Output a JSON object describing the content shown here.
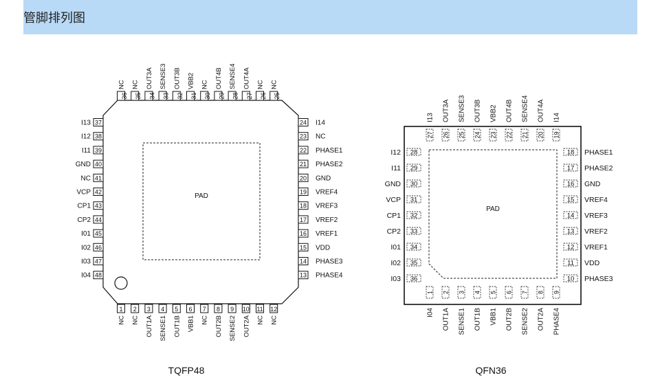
{
  "header": {
    "title": "管脚排列图"
  },
  "tqfp": {
    "caption": "TQFP48",
    "pad_label": "PAD",
    "bottom": [
      {
        "n": "1",
        "name": "NC"
      },
      {
        "n": "2",
        "name": "NC"
      },
      {
        "n": "3",
        "name": "OUT1A"
      },
      {
        "n": "4",
        "name": "SENSE1"
      },
      {
        "n": "5",
        "name": "OUT1B"
      },
      {
        "n": "6",
        "name": "VBB1"
      },
      {
        "n": "7",
        "name": "NC"
      },
      {
        "n": "8",
        "name": "OUT2B"
      },
      {
        "n": "9",
        "name": "SENSE2"
      },
      {
        "n": "10",
        "name": "OUT2A"
      },
      {
        "n": "11",
        "name": "NC"
      },
      {
        "n": "12",
        "name": "NC"
      }
    ],
    "right": [
      {
        "n": "24",
        "name": "I14"
      },
      {
        "n": "23",
        "name": "NC"
      },
      {
        "n": "22",
        "name": "PHASE1"
      },
      {
        "n": "21",
        "name": "PHASE2"
      },
      {
        "n": "20",
        "name": "GND"
      },
      {
        "n": "19",
        "name": "VREF4"
      },
      {
        "n": "18",
        "name": "VREF3"
      },
      {
        "n": "17",
        "name": "VREF2"
      },
      {
        "n": "16",
        "name": "VREF1"
      },
      {
        "n": "15",
        "name": "VDD"
      },
      {
        "n": "14",
        "name": "PHASE3"
      },
      {
        "n": "13",
        "name": "PHASE4"
      }
    ],
    "top": [
      {
        "n": "36",
        "name": "NC"
      },
      {
        "n": "35",
        "name": "NC"
      },
      {
        "n": "34",
        "name": "OUT3A"
      },
      {
        "n": "33",
        "name": "SENSE3"
      },
      {
        "n": "32",
        "name": "OUT3B"
      },
      {
        "n": "31",
        "name": "VBB2"
      },
      {
        "n": "30",
        "name": "NC"
      },
      {
        "n": "29",
        "name": "OUT4B"
      },
      {
        "n": "28",
        "name": "SENSE4"
      },
      {
        "n": "27",
        "name": "OUT4A"
      },
      {
        "n": "26",
        "name": "NC"
      },
      {
        "n": "25",
        "name": "NC"
      }
    ],
    "left": [
      {
        "n": "37",
        "name": "I13"
      },
      {
        "n": "38",
        "name": "I12"
      },
      {
        "n": "39",
        "name": "I11"
      },
      {
        "n": "40",
        "name": "GND"
      },
      {
        "n": "41",
        "name": "NC"
      },
      {
        "n": "42",
        "name": "VCP"
      },
      {
        "n": "43",
        "name": "CP1"
      },
      {
        "n": "44",
        "name": "CP2"
      },
      {
        "n": "45",
        "name": "I01"
      },
      {
        "n": "46",
        "name": "I02"
      },
      {
        "n": "47",
        "name": "I03"
      },
      {
        "n": "48",
        "name": "I04"
      }
    ]
  },
  "qfn": {
    "caption": "QFN36",
    "pad_label": "PAD",
    "bottom": [
      {
        "n": "1",
        "name": "I04"
      },
      {
        "n": "2",
        "name": "OUT1A"
      },
      {
        "n": "3",
        "name": "SENSE1"
      },
      {
        "n": "4",
        "name": "OUT1B"
      },
      {
        "n": "5",
        "name": "VBB1"
      },
      {
        "n": "6",
        "name": "OUT2B"
      },
      {
        "n": "7",
        "name": "SENSE2"
      },
      {
        "n": "8",
        "name": "OUT2A"
      },
      {
        "n": "9",
        "name": "PHASE4"
      }
    ],
    "right": [
      {
        "n": "18",
        "name": "PHASE1"
      },
      {
        "n": "17",
        "name": "PHASE2"
      },
      {
        "n": "16",
        "name": "GND"
      },
      {
        "n": "15",
        "name": "VREF4"
      },
      {
        "n": "14",
        "name": "VREF3"
      },
      {
        "n": "13",
        "name": "VREF2"
      },
      {
        "n": "12",
        "name": "VREF1"
      },
      {
        "n": "11",
        "name": "VDD"
      },
      {
        "n": "10",
        "name": "PHASE3"
      }
    ],
    "top": [
      {
        "n": "27",
        "name": "I13"
      },
      {
        "n": "26",
        "name": "OUT3A"
      },
      {
        "n": "25",
        "name": "SENSE3"
      },
      {
        "n": "24",
        "name": "OUT3B"
      },
      {
        "n": "23",
        "name": "VBB2"
      },
      {
        "n": "22",
        "name": "OUT4B"
      },
      {
        "n": "21",
        "name": "SENSE4"
      },
      {
        "n": "20",
        "name": "OUT4A"
      },
      {
        "n": "19",
        "name": "I14"
      }
    ],
    "left": [
      {
        "n": "28",
        "name": "I12"
      },
      {
        "n": "29",
        "name": "I11"
      },
      {
        "n": "30",
        "name": "GND"
      },
      {
        "n": "31",
        "name": "VCP"
      },
      {
        "n": "32",
        "name": "CP1"
      },
      {
        "n": "33",
        "name": "CP2"
      },
      {
        "n": "34",
        "name": "I01"
      },
      {
        "n": "35",
        "name": "I02"
      },
      {
        "n": "36",
        "name": "I03"
      }
    ]
  }
}
